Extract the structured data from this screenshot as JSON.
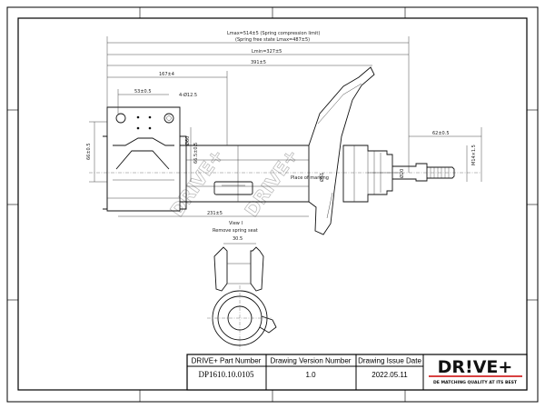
{
  "dimensions": {
    "lmax": "Lmax=514±5 (Spring compression limit)",
    "spring_free": "(Spring free state Lmax=487±5)",
    "lmin": "Lmin=327±5",
    "d391": "391±5",
    "d167": "167±4",
    "d53": "53±0.5",
    "d4phi": "4-Ø12.5",
    "d66a": "66±0.5",
    "d66b": "66.5±0.5",
    "d60": "Ø60",
    "d51": "Ø51",
    "d231": "231±5",
    "d62": "62±0.5",
    "thread": "M14×1.5",
    "d20": "Ø20",
    "d305": "30.5",
    "place_marking": "Place of marking",
    "view_label": "View I",
    "view_note": "Remove spring seat"
  },
  "watermark": {
    "text": "DRIVE+"
  },
  "title_block": {
    "headers": {
      "part_number": "DRIVE+ Part Number",
      "version": "Drawing Version  Number",
      "issue_date": "Drawing Issue Date"
    },
    "values": {
      "part_number": "DP1610.10.0105",
      "version": "1.0",
      "issue_date": "2022.05.11"
    }
  },
  "logo": {
    "text": "DR!VE+",
    "tagline": "DE MATCHING QUALITY AT ITS BEST"
  }
}
